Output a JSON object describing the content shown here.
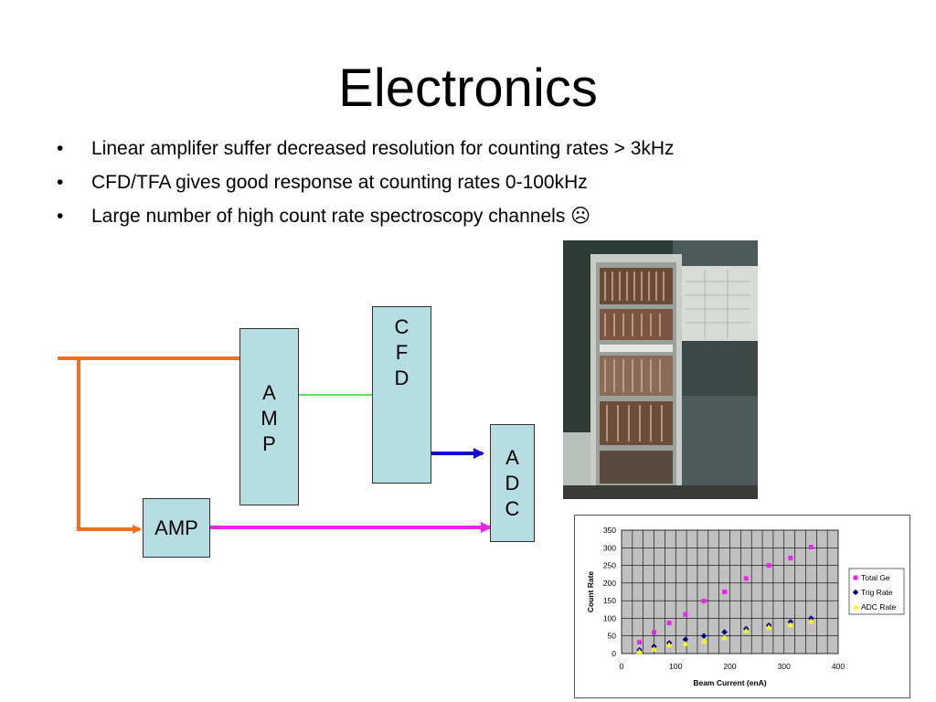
{
  "slide": {
    "title": "Electronics",
    "bullets": [
      "Linear amplifer suffer decreased resolution for counting rates > 3kHz",
      "CFD/TFA gives good response at counting rates 0-100kHz",
      "Large number of high count rate spectroscopy channels ☹"
    ],
    "bullet_symbol": "•"
  },
  "diagram": {
    "amp_vertical": [
      "A",
      "M",
      "P"
    ],
    "cfd": [
      "C",
      "F",
      "D"
    ],
    "adc": [
      "A",
      "D",
      "C"
    ],
    "amp_small": "AMP",
    "colors": {
      "box_fill": "#b5dde2",
      "orange": "#f07020",
      "green": "#22dd22",
      "blue": "#1010cc",
      "magenta": "#ee22ee"
    }
  },
  "photo": {
    "subject": "electronics rack with NIM crates"
  },
  "chart_data": {
    "type": "scatter",
    "xlabel": "Beam Current (enA)",
    "ylabel": "Count Rate",
    "xlim": [
      0,
      400
    ],
    "ylim": [
      0,
      350
    ],
    "xticks": [
      0,
      100,
      200,
      300,
      400
    ],
    "yticks": [
      0,
      50,
      100,
      150,
      200,
      250,
      300,
      350
    ],
    "grid": true,
    "legend_position": "right",
    "series": [
      {
        "name": "Total Ge",
        "color": "#ee22ee",
        "marker": "square",
        "x": [
          33,
          60,
          88,
          118,
          152,
          190,
          230,
          272,
          312,
          350
        ],
        "y": [
          32,
          60,
          87,
          111,
          149,
          175,
          213,
          250,
          271,
          302
        ]
      },
      {
        "name": "Trig Rate",
        "color": "#000080",
        "marker": "diamond",
        "x": [
          33,
          60,
          88,
          118,
          152,
          190,
          230,
          272,
          312,
          350
        ],
        "y": [
          10,
          20,
          30,
          40,
          50,
          61,
          70,
          80,
          90,
          100
        ]
      },
      {
        "name": "ADC Rate",
        "color": "#ffff00",
        "marker": "triangle",
        "x": [
          33,
          60,
          88,
          118,
          152,
          190,
          230,
          272,
          312,
          350
        ],
        "y": [
          6,
          13,
          25,
          28,
          35,
          45,
          65,
          75,
          82,
          92
        ]
      }
    ]
  }
}
